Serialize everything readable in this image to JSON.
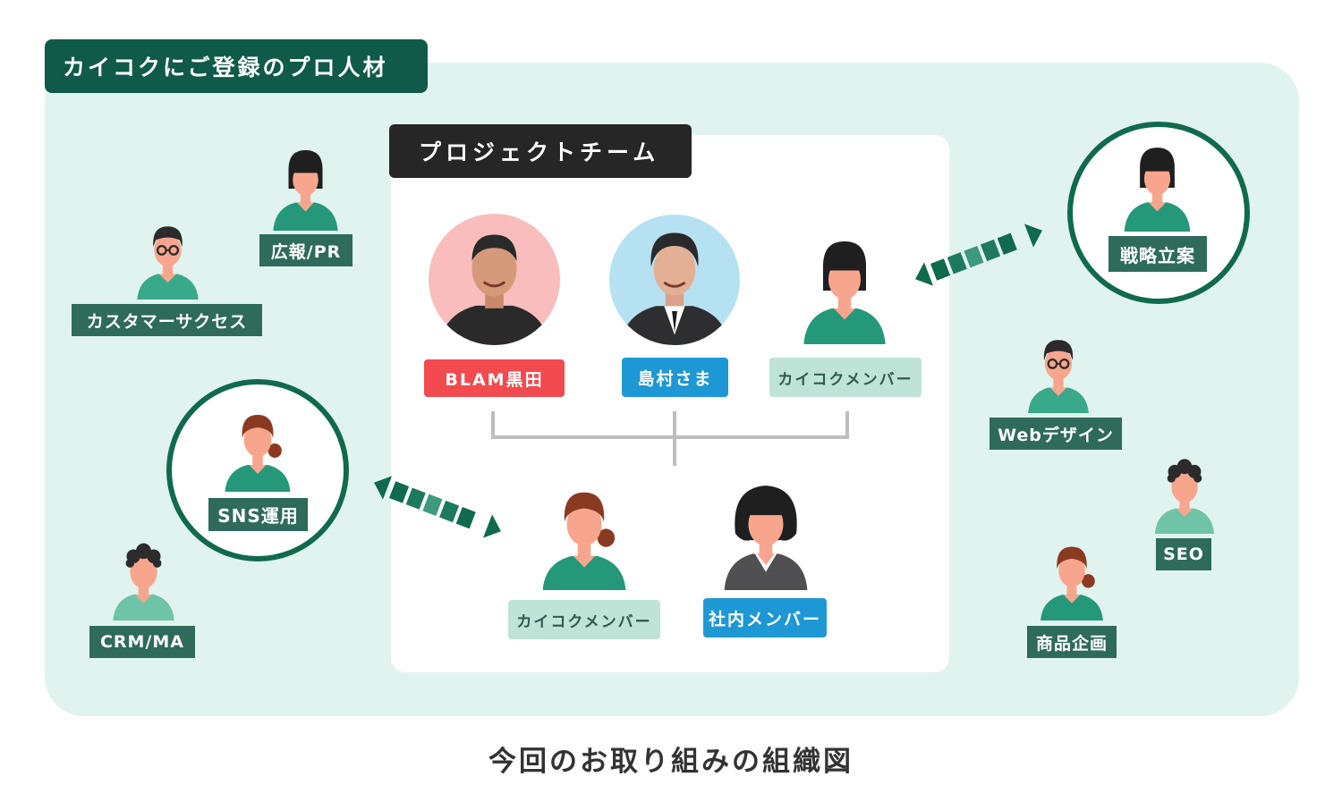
{
  "pool_title": "カイコクにご登録のプロ人材",
  "team_title": "プロジェクトチーム",
  "team_members": [
    {
      "label": "BLAM黒田"
    },
    {
      "label": "島村さま"
    },
    {
      "label": "カイコクメンバー"
    },
    {
      "label": "カイコクメンバー"
    },
    {
      "label": "社内メンバー"
    }
  ],
  "talents": [
    {
      "label": "広報/PR"
    },
    {
      "label": "カスタマーサクセス"
    },
    {
      "label": "SNS運用"
    },
    {
      "label": "CRM/MA"
    },
    {
      "label": "戦略立案"
    },
    {
      "label": "Webデザイン"
    },
    {
      "label": "SEO"
    },
    {
      "label": "商品企画"
    }
  ],
  "caption": "今回のお取り組みの組織図",
  "colors": {
    "pool_bg": "#e1f3ee",
    "dark_green": "#0f5a48",
    "tag_green": "#2e6b5a",
    "red": "#f14a4f",
    "blue": "#1e98d4",
    "mint": "#bfe3d6",
    "skin": "#f7a68d",
    "shirt": "#25987a"
  }
}
